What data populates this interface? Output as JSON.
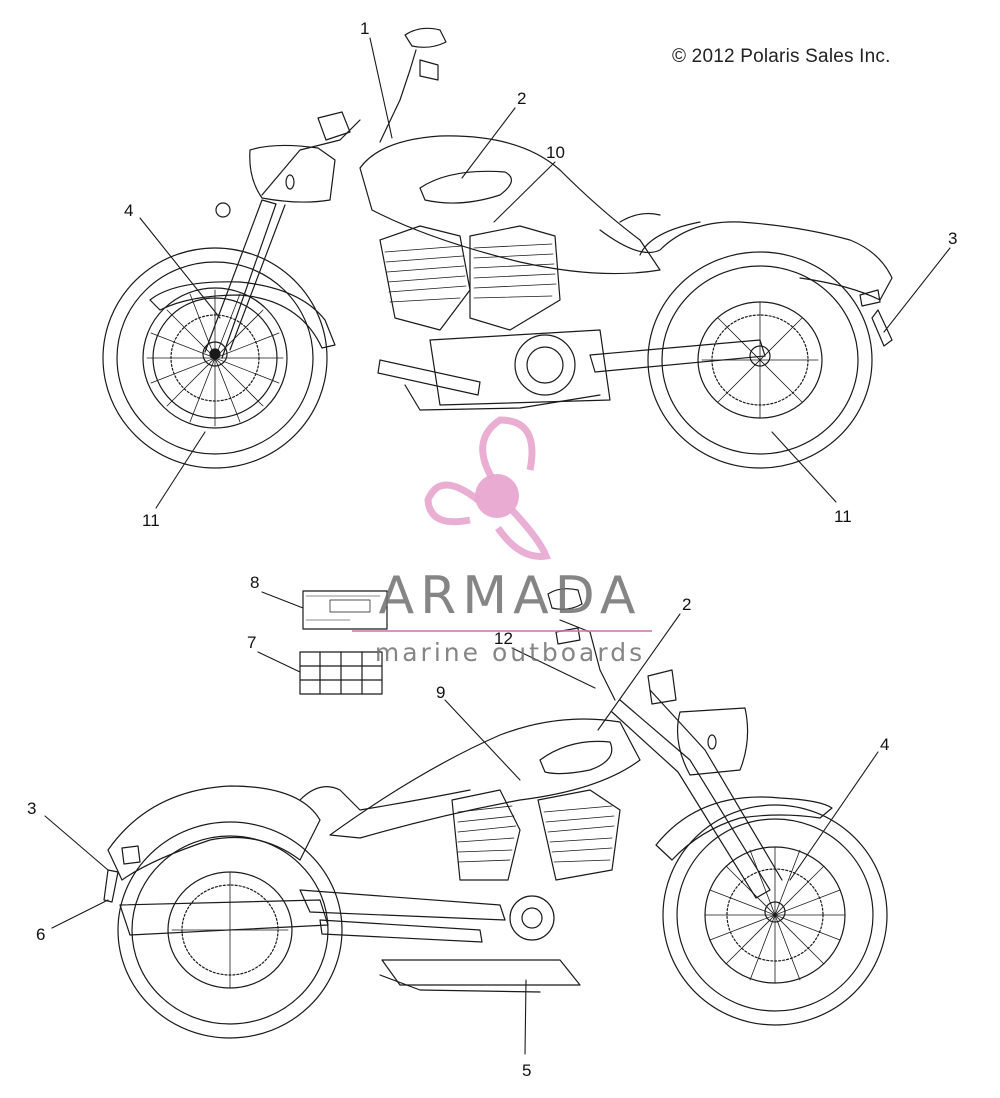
{
  "copyright": "© 2012 Polaris Sales Inc.",
  "watermark": {
    "brand": "ARMADA",
    "tagline": "marine outboards",
    "color_pink": "#e8a6cf",
    "color_text": "#707070"
  },
  "callouts": {
    "c1": "1",
    "c2_top": "2",
    "c10": "10",
    "c3_top": "3",
    "c4_top": "4",
    "c11_left": "11",
    "c11_right": "11",
    "c8": "8",
    "c7": "7",
    "c2_bottom": "2",
    "c12": "12",
    "c9": "9",
    "c4_bottom": "4",
    "c3_bottom": "3",
    "c6": "6",
    "c5": "5"
  },
  "line_color": "#1a1a1a"
}
